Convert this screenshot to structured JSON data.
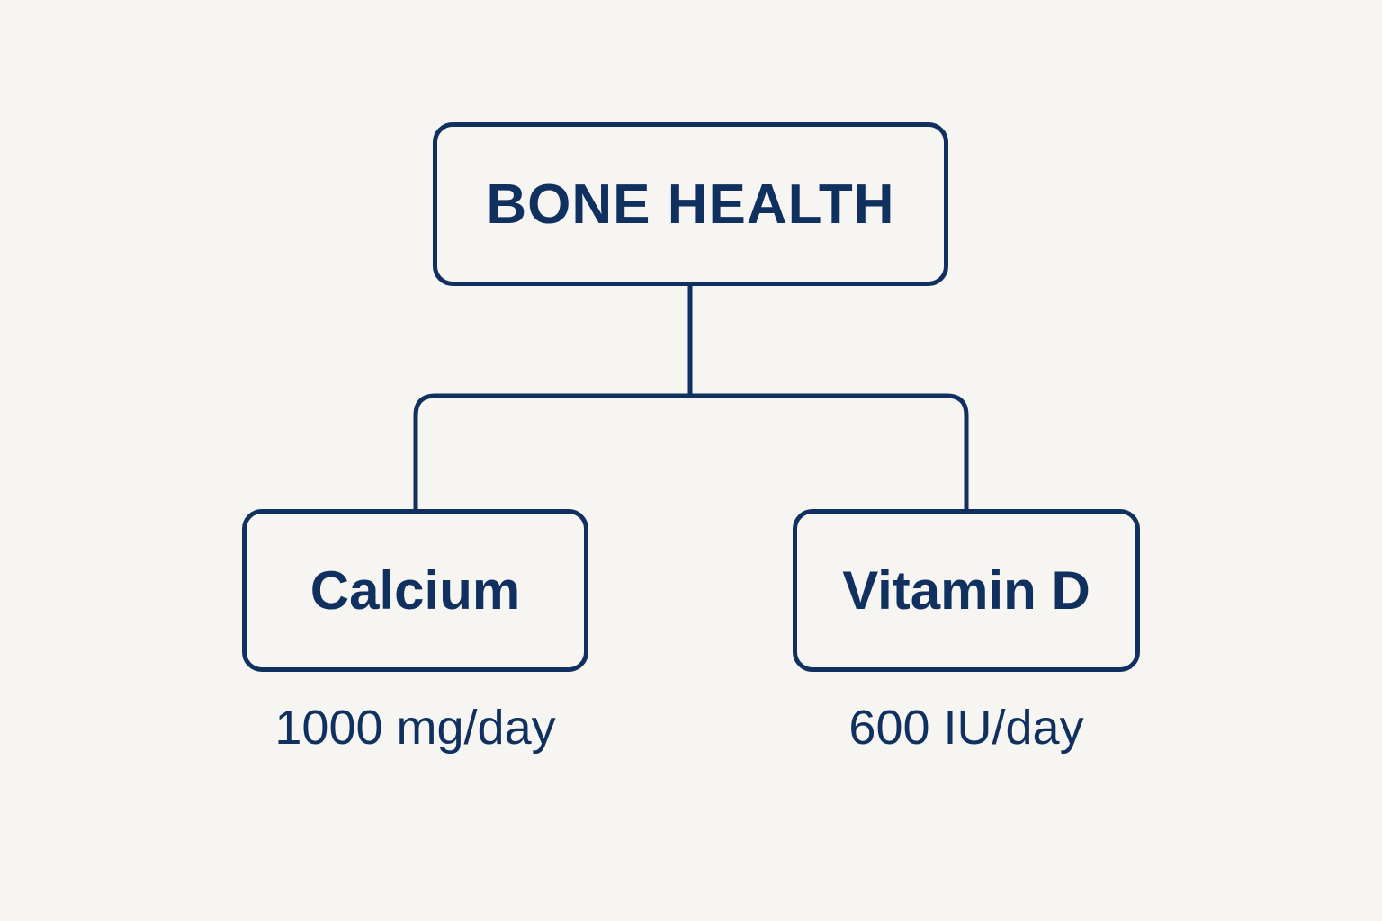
{
  "colors": {
    "background": "#f7f5f2",
    "primary": "#10305f"
  },
  "diagram": {
    "root": {
      "label": "BONE HEALTH"
    },
    "children": [
      {
        "label": "Calcium",
        "dose": "1000 mg/day"
      },
      {
        "label": "Vitamin D",
        "dose": "600 IU/day"
      }
    ]
  }
}
